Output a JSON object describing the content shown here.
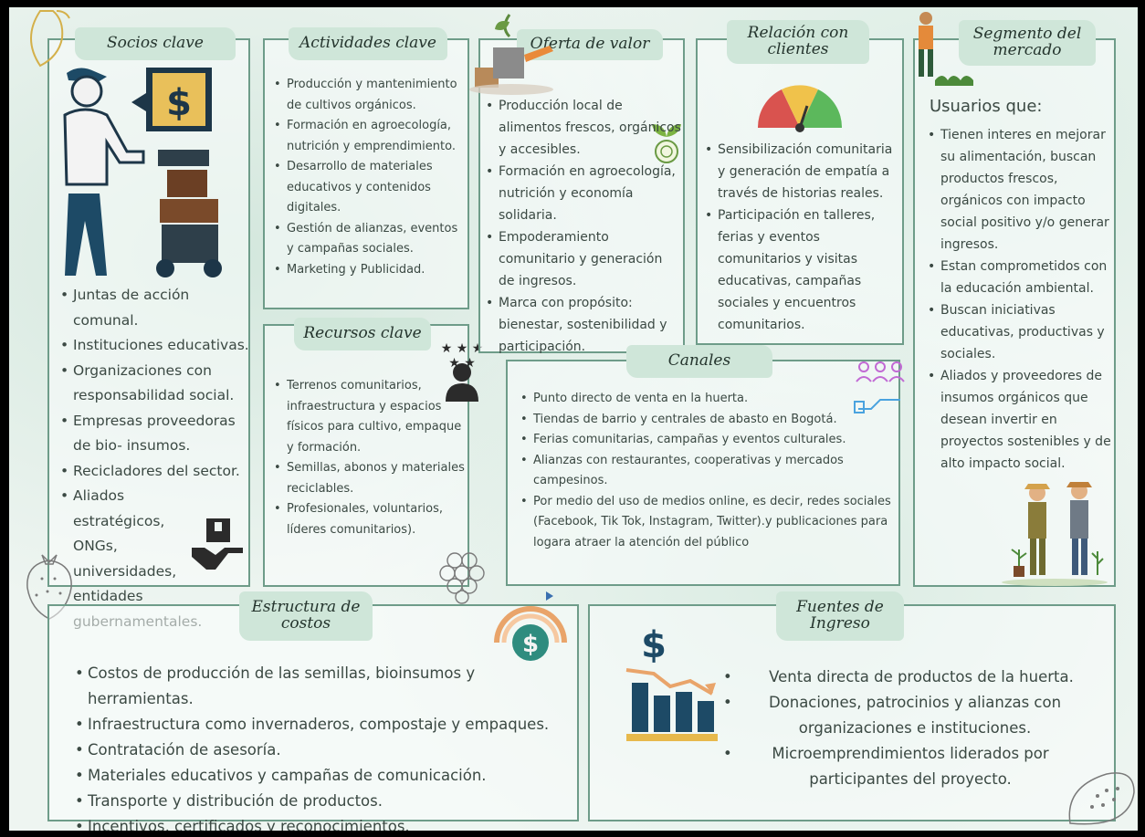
{
  "sections": {
    "socios": {
      "title": "Socios clave",
      "items": [
        "Juntas de acción comunal.",
        "Instituciones educativas.",
        "Organizaciones con responsabilidad social.",
        "Empresas proveedoras de bio- insumos.",
        "Recicladores del sector.",
        "Aliados estratégicos, ONGs, universidades, entidades gubernamentales."
      ]
    },
    "actividades": {
      "title": "Actividades clave",
      "items": [
        "Producción y mantenimiento de cultivos orgánicos.",
        "Formación en agroecología, nutrición y emprendimiento.",
        "Desarrollo de materiales educativos y contenidos digitales.",
        "Gestión de alianzas, eventos y campañas sociales.",
        "Marketing y Publicidad."
      ]
    },
    "recursos": {
      "title": "Recursos clave",
      "items": [
        "Terrenos comunitarios, infraestructura y espacios físicos para cultivo, empaque y formación.",
        "Semillas, abonos y materiales reciclables.",
        "Profesionales, voluntarios, líderes comunitarios)."
      ]
    },
    "oferta": {
      "title": "Oferta de valor",
      "items": [
        "Producción local de alimentos frescos, orgánicos y accesibles.",
        "Formación en agroecología, nutrición y economía solidaria.",
        "Empoderamiento comunitario y generación de ingresos.",
        "Marca con propósito: bienestar, sostenibilidad y participación."
      ]
    },
    "relacion": {
      "title_line1": "Relación con",
      "title_line2": "clientes",
      "items": [
        "Sensibilización comunitaria y generación de empatía a través de historias reales.",
        "Participación en talleres, ferias y eventos comunitarios y visitas educativas, campañas sociales y encuentros comunitarios."
      ]
    },
    "canales": {
      "title": "Canales",
      "items": [
        "Punto directo de venta en la huerta.",
        "Tiendas de barrio y centrales de abasto en Bogotá.",
        "Ferias comunitarias, campañas y eventos culturales.",
        "Alianzas con restaurantes, cooperativas y mercados campesinos.",
        "Por medio del uso de medios online, es decir, redes sociales (Facebook, Tik Tok, Instagram, Twitter).y publicaciones para logara atraer la atención del público"
      ]
    },
    "segmento": {
      "title_line1": "Segmento del",
      "title_line2": "mercado",
      "intro": "Usuarios que:",
      "items": [
        "Tienen interes en mejorar su alimentación, buscan productos frescos, orgánicos con impacto social positivo y/o generar ingresos.",
        "Estan comprometidos con la educación ambiental.",
        "Buscan iniciativas educativas, productivas y sociales.",
        "Aliados y proveedores de insumos orgánicos que desean invertir en proyectos sostenibles y de alto impacto social."
      ]
    },
    "costos": {
      "title_line1": "Estructura de",
      "title_line2": "costos",
      "items": [
        "Costos de producción de las semillas, bioinsumos y herramientas.",
        "Infraestructura como invernaderos, compostaje y empaques.",
        "Contratación de asesoría.",
        "Materiales educativos y campañas de comunicación.",
        "Transporte y distribución de productos.",
        "Incentivos, certificados y reconocimientos."
      ]
    },
    "fuentes": {
      "title_line1": "Fuentes de",
      "title_line2": "Ingreso",
      "items": [
        "Venta directa de productos de la huerta.",
        "Donaciones, patrocinios y alianzas con organizaciones e instituciones.",
        "Microemprendimientos liderados por participantes del proyecto."
      ]
    }
  },
  "icons": {
    "currency_symbol": "$"
  },
  "colors": {
    "border": "#6e9c89",
    "title_bg": "#cfe6d9",
    "text": "#3b4943",
    "dark_blue": "#1d4a66",
    "gold": "#e7b94c",
    "teal": "#2f8c7f",
    "orange": "#e9a46a"
  }
}
